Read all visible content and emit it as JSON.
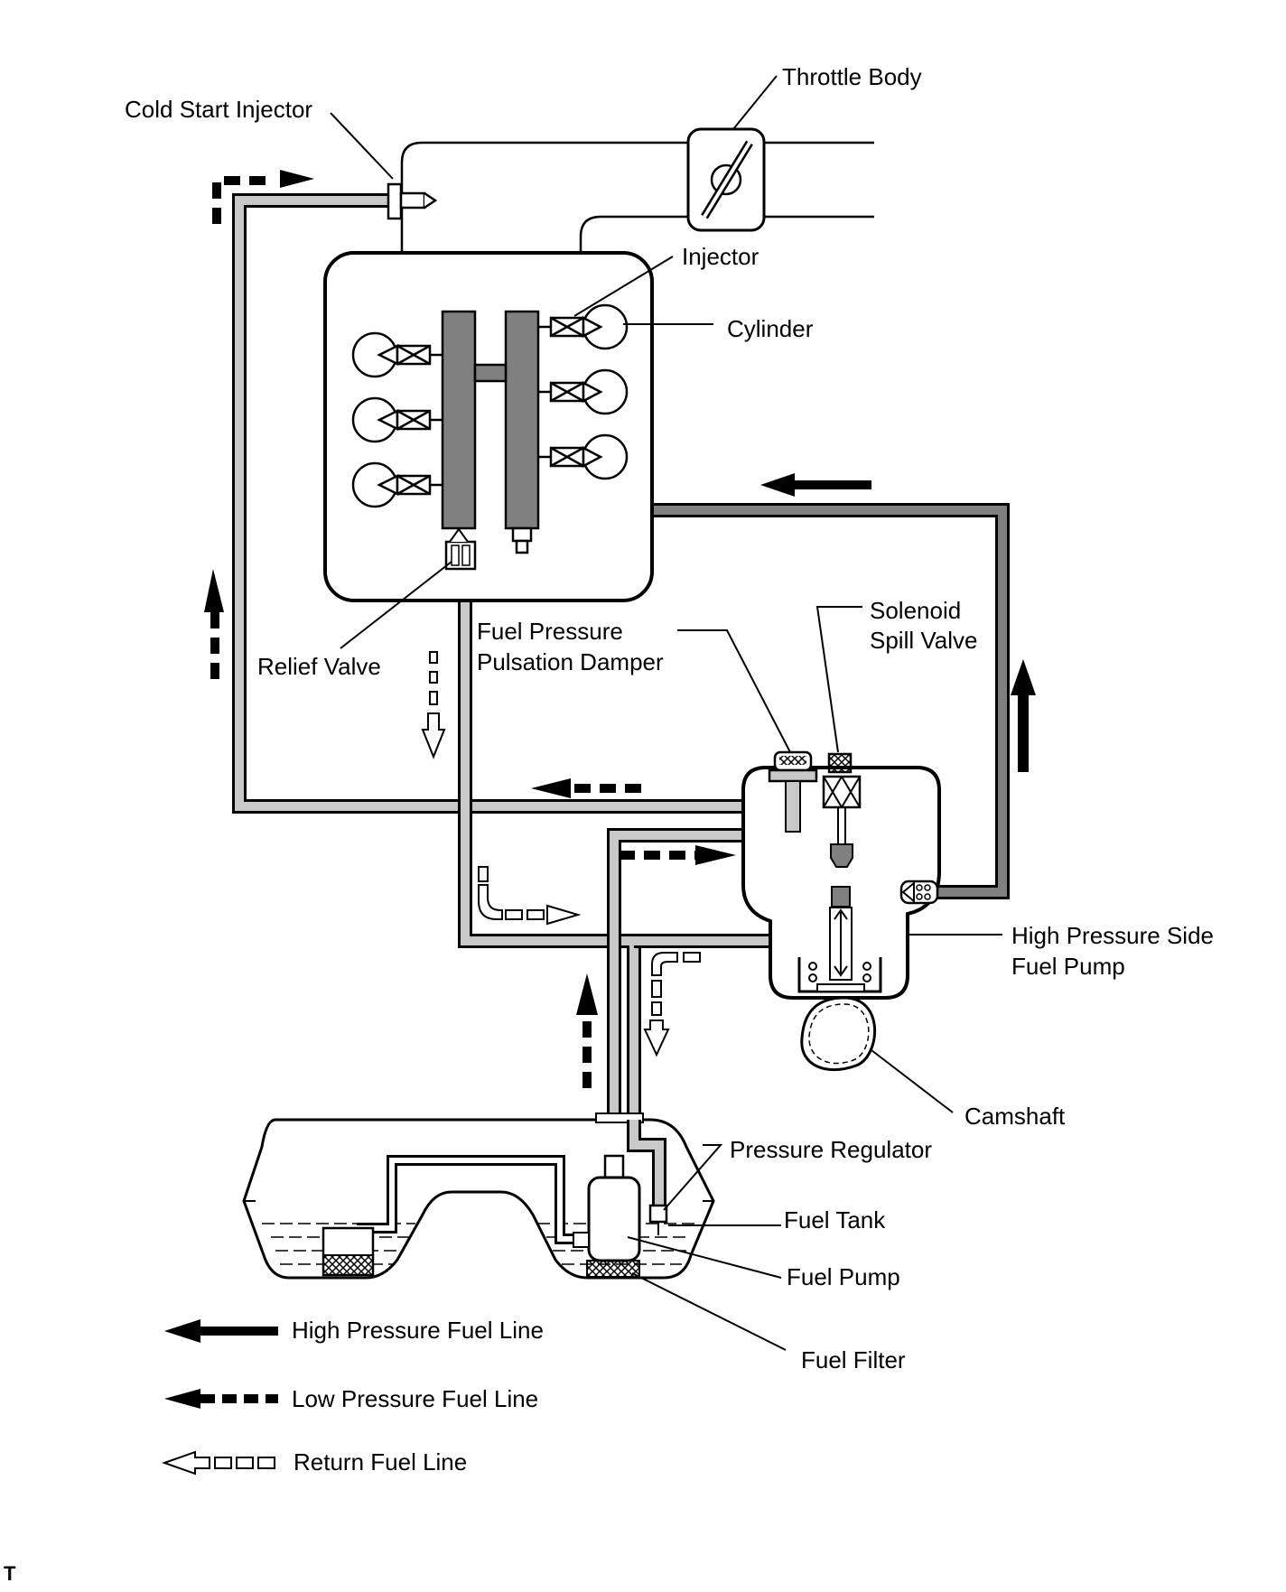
{
  "colors": {
    "high_pressure": "#808080",
    "low_pressure_return": "#c8c8c8",
    "outline": "#000000",
    "background": "#ffffff"
  },
  "labels": {
    "throttle_body": "Throttle Body",
    "cold_start_injector": "Cold Start Injector",
    "injector": "Injector",
    "cylinder": "Cylinder",
    "relief_valve": "Relief Valve",
    "pulsation_damper_line1": "Fuel Pressure",
    "pulsation_damper_line2": "Pulsation Damper",
    "spill_valve_line1": "Solenoid",
    "spill_valve_line2": "Spill Valve",
    "hp_pump_line1": "High Pressure Side",
    "hp_pump_line2": "Fuel Pump",
    "camshaft": "Camshaft",
    "pressure_regulator": "Pressure Regulator",
    "fuel_tank": "Fuel Tank",
    "fuel_pump": "Fuel Pump",
    "fuel_filter": "Fuel Filter"
  },
  "legend": {
    "high_pressure": "High Pressure Fuel Line",
    "low_pressure": "Low Pressure Fuel Line",
    "return": "Return Fuel Line"
  },
  "corner_mark": "T"
}
